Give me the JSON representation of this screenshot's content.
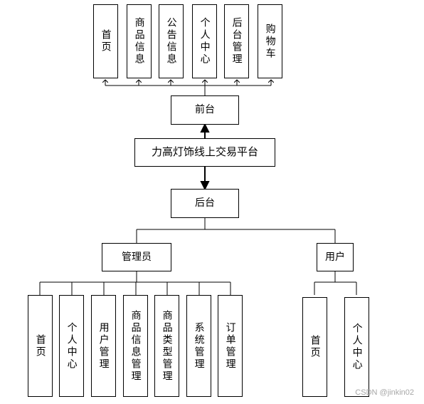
{
  "diagram": {
    "root": "力高灯饰线上交易平台",
    "frontend": {
      "label": "前台",
      "items": [
        "首页",
        "商品信息",
        "公告信息",
        "个人中心",
        "后台管理",
        "购物车"
      ]
    },
    "backend": {
      "label": "后台",
      "admin": {
        "label": "管理员",
        "items": [
          "首页",
          "个人中心",
          "用户管理",
          "商品信息管理",
          "商品类型管理",
          "系统管理",
          "订单管理"
        ]
      },
      "user": {
        "label": "用户",
        "items": [
          "首页",
          "个人中心"
        ]
      }
    }
  },
  "watermark": "CSDN @jinkin02"
}
